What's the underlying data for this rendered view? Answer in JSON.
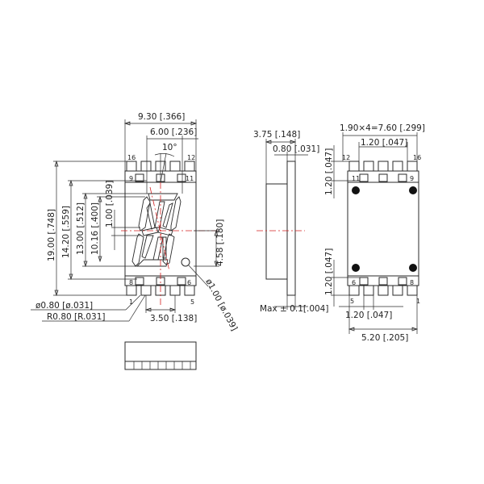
{
  "front": {
    "width_dim": "9.30 [.366]",
    "seg_width_dim": "6.00 [.236]",
    "angle_dim": "10°",
    "height_dim": "19.00 [.748]",
    "char_height_dim": "14.20 [.559]",
    "seg_height_dim": "13.00 [.512]",
    "half_height_dim": "10.16 [.400]",
    "small_dim": "1.00 [.039]",
    "right_dim": "4.58 [.180]",
    "dp_dim": "ø1.00 [ø.039]",
    "pin_dia_dim": "ø0.80 [ø.031]",
    "radius_dim": "R0.80 [R.031]",
    "pitch_dim": "3.50 [.138]",
    "pins": {
      "p16": "16",
      "p9": "9",
      "p11": "11",
      "p12": "12",
      "p8": "8",
      "p6": "6",
      "p1": "1",
      "p5": "5"
    }
  },
  "side": {
    "depth_dim": "3.75 [.148]",
    "face_dim": "0.80 [.031]",
    "tol_dim": "Max ± 0.1[.004]"
  },
  "back": {
    "pitch_total_dim": "1.90×4=7.60 [.299]",
    "inner_dim": "1.20 [.047]",
    "top_height_dim": "1.20 [.047]",
    "bottom_height_dim": "1.20 [.047]",
    "bottom_inner_dim": "1.20 [.047]",
    "span_dim": "5.20 [.205]",
    "pins": {
      "p12": "12",
      "p16": "16",
      "p11": "11",
      "p9": "9",
      "p6": "6",
      "p8": "8",
      "p5": "5",
      "p1": "1"
    }
  },
  "colors": {
    "line": "#2a2a2a",
    "centerline": "#d42020",
    "background": "#ffffff"
  }
}
